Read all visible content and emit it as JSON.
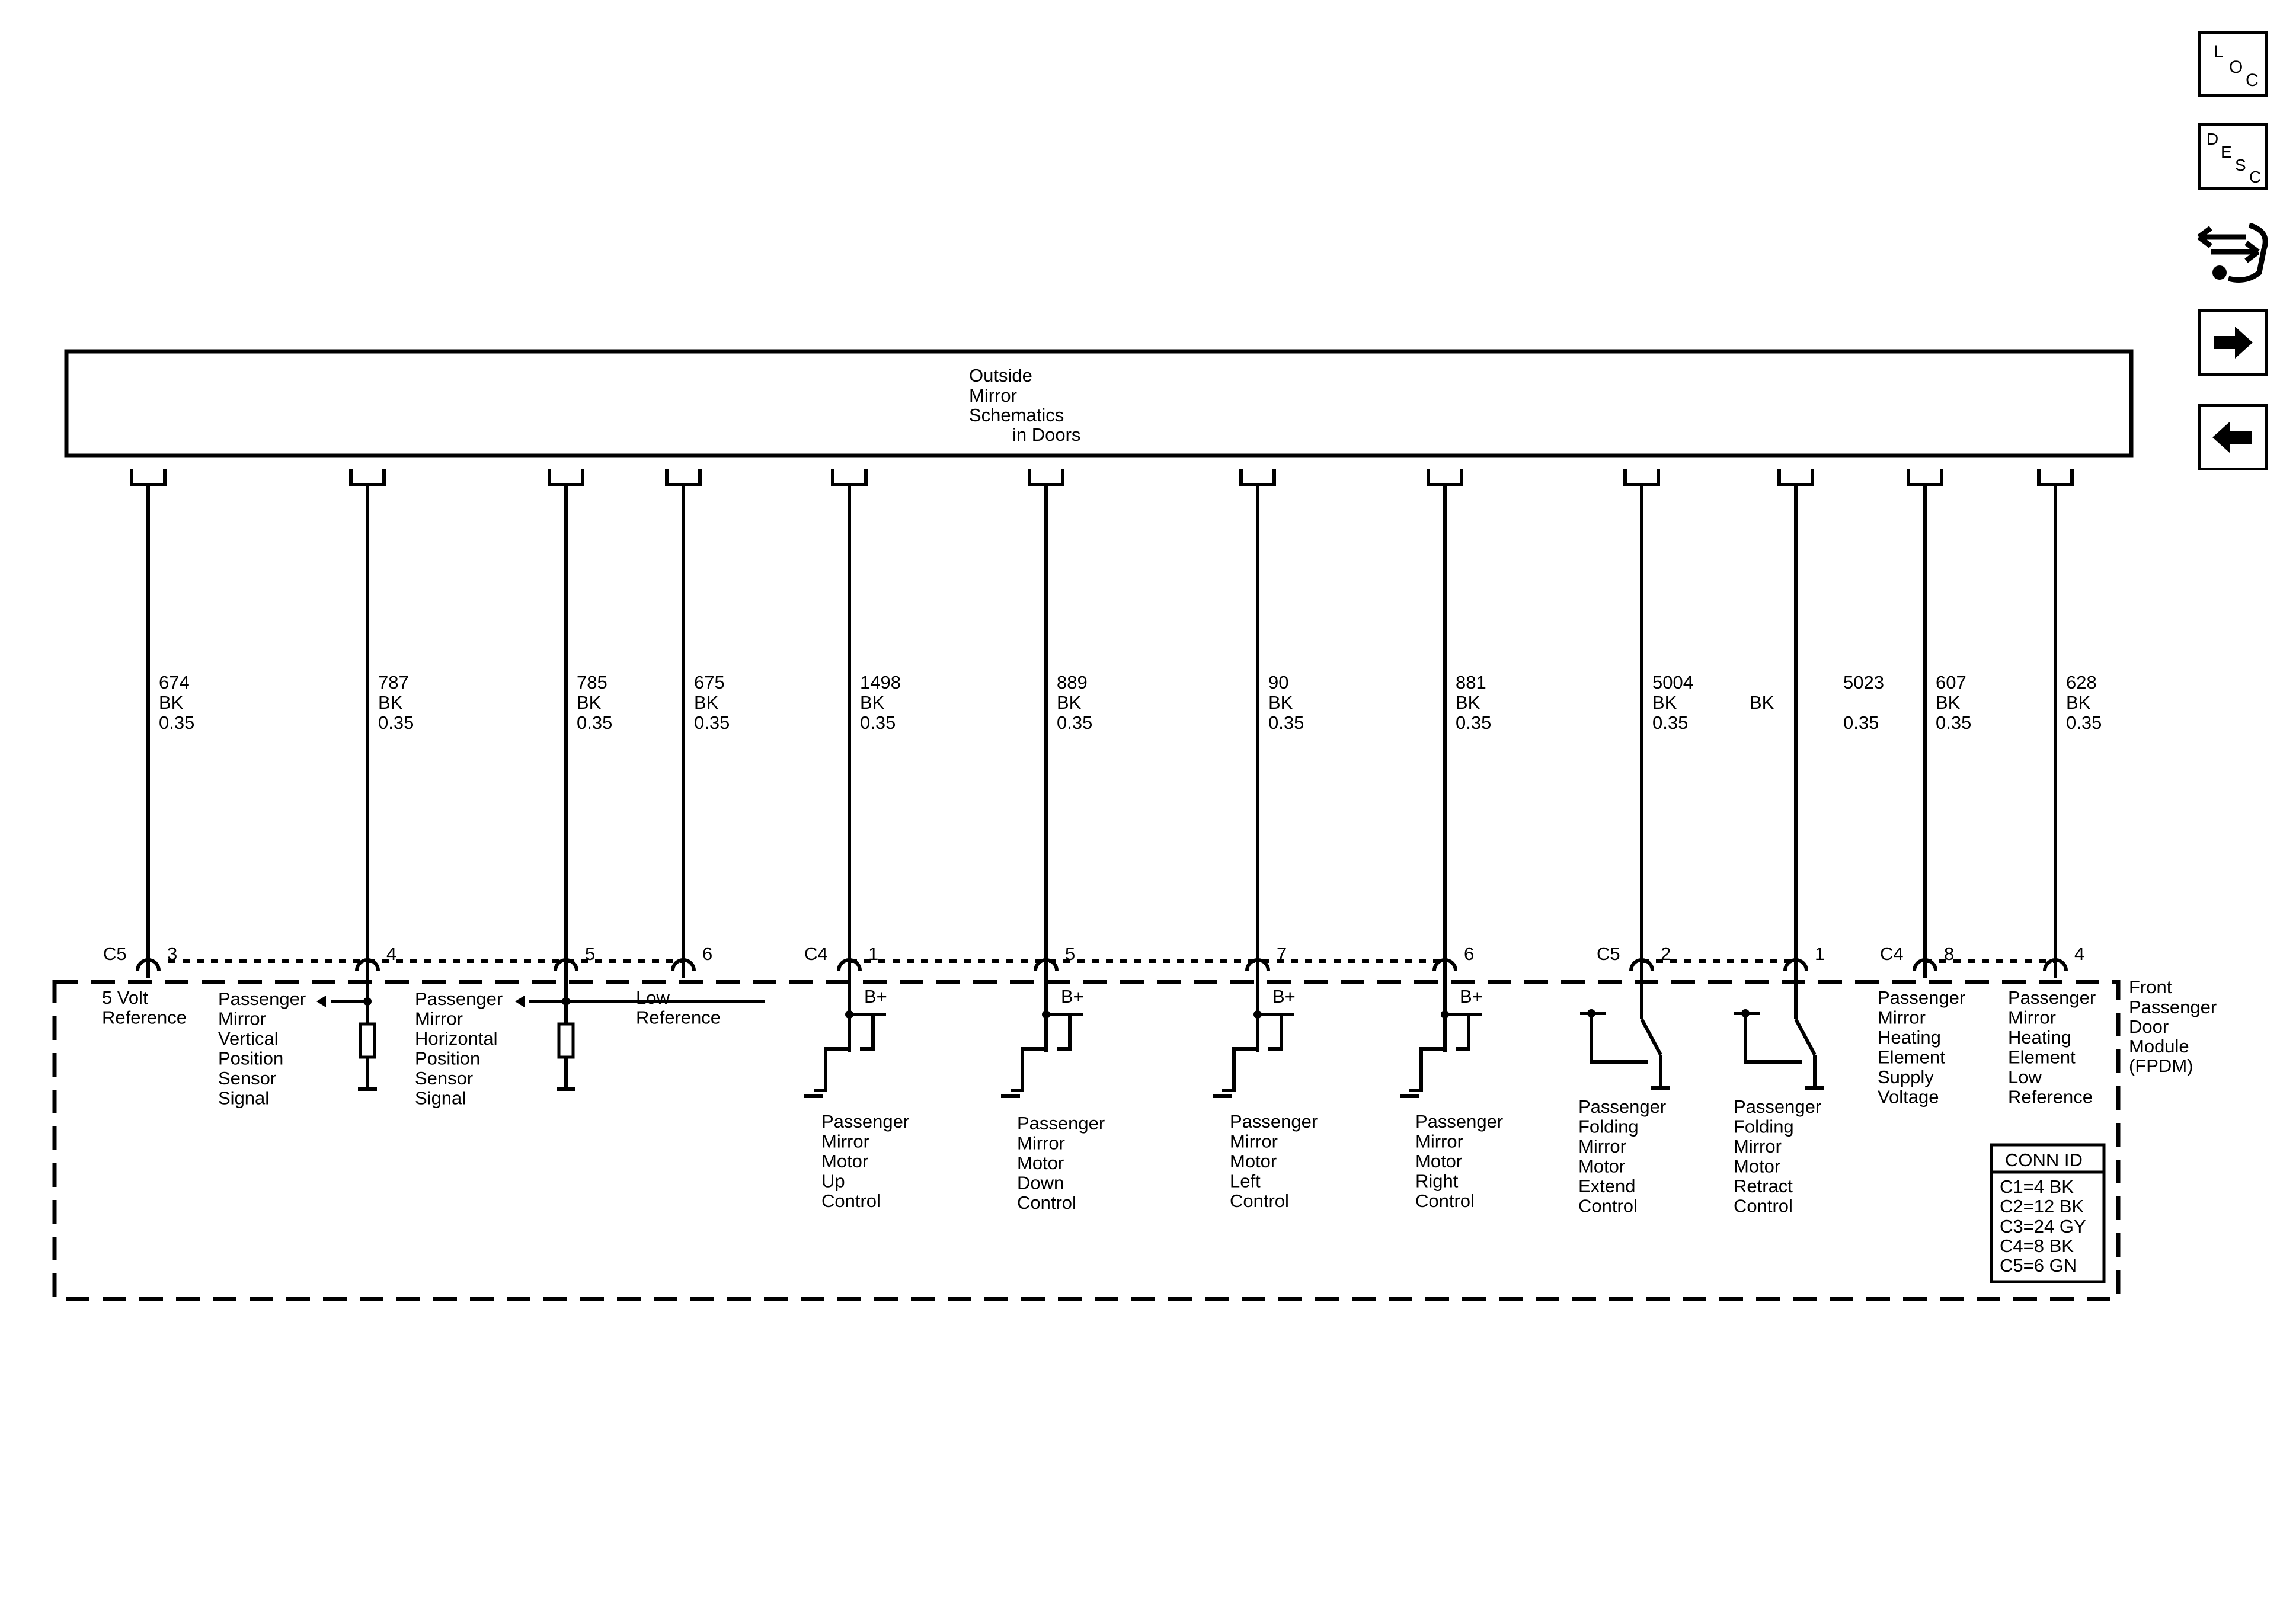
{
  "header_box": {
    "lines": [
      "Outside",
      "Mirror",
      "Schematics",
      "in Doors"
    ]
  },
  "module": {
    "lines": [
      "Front",
      "Passenger",
      "Door",
      "Module",
      "(FPDM)"
    ]
  },
  "wires": [
    {
      "circuit": "674",
      "color": "BK",
      "size": "0.35",
      "pin": "3",
      "connector": "C5",
      "function": [
        "5 Volt",
        "Reference"
      ]
    },
    {
      "circuit": "787",
      "color": "BK",
      "size": "0.35",
      "pin": "4",
      "connector": "",
      "function": [
        "Passenger",
        "Mirror",
        "Vertical",
        "Position",
        "Sensor",
        "Signal"
      ]
    },
    {
      "circuit": "785",
      "color": "BK",
      "size": "0.35",
      "pin": "5",
      "connector": "",
      "function": [
        "Passenger",
        "Mirror",
        "Horizontal",
        "Position",
        "Sensor",
        "Signal"
      ]
    },
    {
      "circuit": "675",
      "color": "BK",
      "size": "0.35",
      "pin": "6",
      "connector": "",
      "function": [
        "Low",
        "Reference"
      ]
    },
    {
      "circuit": "1498",
      "color": "BK",
      "size": "0.35",
      "pin": "1",
      "connector": "C4",
      "function": [
        "Passenger",
        "Mirror",
        "Motor",
        "Up",
        "Control"
      ]
    },
    {
      "circuit": "889",
      "color": "BK",
      "size": "0.35",
      "pin": "5",
      "connector": "",
      "function": [
        "Passenger",
        "Mirror",
        "Motor",
        "Down",
        "Control"
      ]
    },
    {
      "circuit": "90",
      "color": "BK",
      "size": "0.35",
      "pin": "7",
      "connector": "",
      "function": [
        "Passenger",
        "Mirror",
        "Motor",
        "Left",
        "Control"
      ]
    },
    {
      "circuit": "881",
      "color": "BK",
      "size": "0.35",
      "pin": "6",
      "connector": "",
      "function": [
        "Passenger",
        "Mirror",
        "Motor",
        "Right",
        "Control"
      ]
    },
    {
      "circuit": "5004",
      "color": "BK",
      "size": "0.35",
      "pin": "2",
      "connector": "C5",
      "function": [
        "Passenger",
        "Folding",
        "Mirror",
        "Motor",
        "Extend",
        "Control"
      ]
    },
    {
      "circuit": "5023",
      "color": "BK",
      "size": "0.35",
      "pin": "1",
      "connector": "",
      "function": [
        "Passenger",
        "Folding",
        "Mirror",
        "Motor",
        "Retract",
        "Control"
      ]
    },
    {
      "circuit": "607",
      "color": "BK",
      "size": "0.35",
      "pin": "8",
      "connector": "C4",
      "function": [
        "Passenger",
        "Mirror",
        "Heating",
        "Element",
        "Supply",
        "Voltage"
      ]
    },
    {
      "circuit": "628",
      "color": "BK",
      "size": "0.35",
      "pin": "4",
      "connector": "",
      "function": [
        "Passenger",
        "Mirror",
        "Heating",
        "Element",
        "Low",
        "Reference"
      ]
    }
  ],
  "b_plus": "B+",
  "conn_id": {
    "title": "CONN ID",
    "rows": [
      "C1=4 BK",
      "C2=12 BK",
      "C3=24 GY",
      "C4=8 BK",
      "C5=6 GN"
    ]
  },
  "nav": {
    "loc": [
      "L",
      "O",
      "C"
    ],
    "desc": [
      "D",
      "E",
      "S",
      "C"
    ]
  }
}
